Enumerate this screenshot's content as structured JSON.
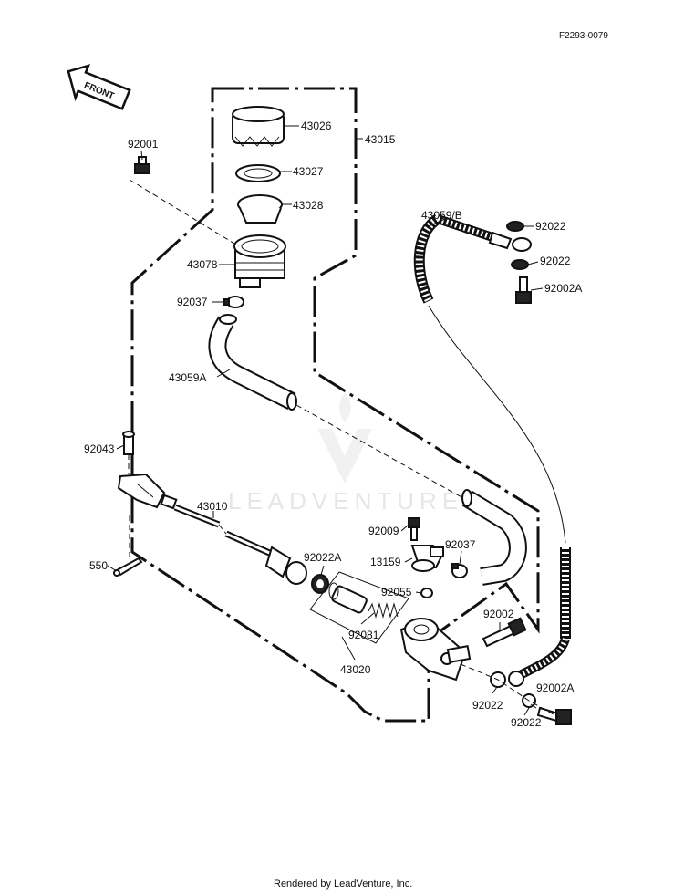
{
  "diagram_code": "F2293-0079",
  "front_arrow": "FRONT",
  "watermark": "LEADVENTURE",
  "footer": "Rendered by LeadVenture, Inc.",
  "parts": {
    "p43026": "43026",
    "p43015": "43015",
    "p92001": "92001",
    "p43027": "43027",
    "p43028": "43028",
    "p43078": "43078",
    "p92037a": "92037",
    "p43059A": "43059A",
    "p43059B": "43059/B",
    "p92022a": "92022",
    "p92022b": "92022",
    "p92002Aa": "92002A",
    "p92043": "92043",
    "p43010": "43010",
    "p550": "550",
    "p92009": "92009",
    "p13159": "13159",
    "p92037b": "92037",
    "p92022A": "92022A",
    "p92055": "92055",
    "p92081": "92081",
    "p43020": "43020",
    "p92002": "92002",
    "p92022c": "92022",
    "p92002Ab": "92002A",
    "p92022d": "92022"
  }
}
